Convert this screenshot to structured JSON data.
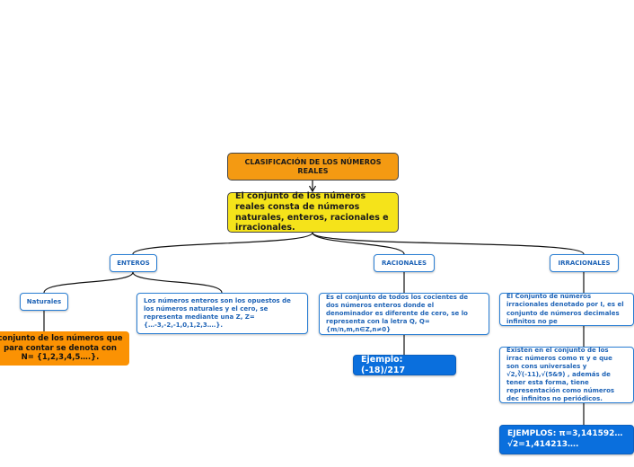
{
  "map": {
    "title": "CLASIFICACIÓN DE LOS NÚMEROS REALES",
    "main": "El conjunto de los números reales consta de números naturales, enteros, racionales e irracionales.",
    "enteros": {
      "label": "ENTEROS",
      "naturales_label": "Naturales",
      "naturales_desc": "conjunto de los números que para contar se denota con N= {1,2,3,4,5….}.",
      "desc": "Los números enteros son los opuestos de los números naturales y el cero, se representa mediante una Z, Z= {…-3,-2,-1,0,1,2,3….}."
    },
    "racionales": {
      "label": "RACIONALES",
      "desc": "Es el conjunto de todos los cocientes de dos números enteros donde el denominador es diferente de cero, se lo representa con la letra Q, Q={m/n,m,n∈Z,n≠0}",
      "example": "Ejemplo: (-18)/217"
    },
    "irracionales": {
      "label": "IRRACIONALES",
      "desc1": "El Conjunto de números irracionales denotado por I, es el conjunto de números decimales infinitos no pe",
      "desc2": "Existen en el conjunto de los irrac números como π y e que son cons universales y √2,∛(-11),√(5&9) , además de tener esta forma, tiene representación como números dec infinitos no periódicos.",
      "examples": "EJEMPLOS: π=3,141592… √2=1,414213…."
    }
  }
}
